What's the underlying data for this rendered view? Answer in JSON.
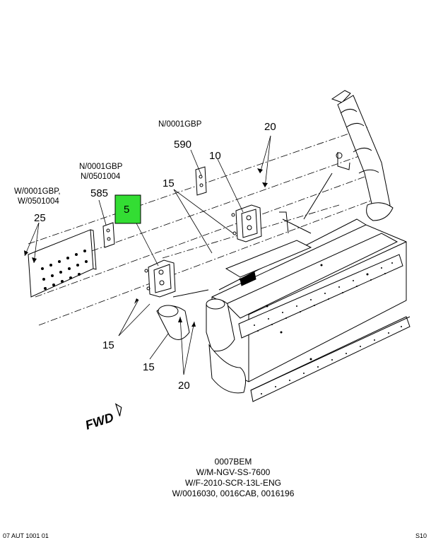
{
  "callouts": {
    "c20_top": "20",
    "c590": "590",
    "c10": "10",
    "c15_top": "15",
    "c585": "585",
    "c5": "5",
    "c25": "25",
    "c15_left": "15",
    "c15_bottom": "15",
    "c20_bottom": "20"
  },
  "notes": {
    "n_590": "N/0001GBP",
    "n_585_line1": "N/0001GBP",
    "n_585_line2": "N/0501004",
    "n_25_line1": "W/0001GBP,",
    "n_25_line2": "W/0501004"
  },
  "direction_label": "FWD",
  "highlight_color": "#33dd33",
  "figure_notes": [
    "0007BEM",
    "W/M-NGV-SS-7600",
    "W/F-2010-SCR-13L-ENG",
    "W/0016030, 0016CAB, 0016196"
  ],
  "footer_left": "07 AUT 1001 01",
  "footer_right": "S10"
}
